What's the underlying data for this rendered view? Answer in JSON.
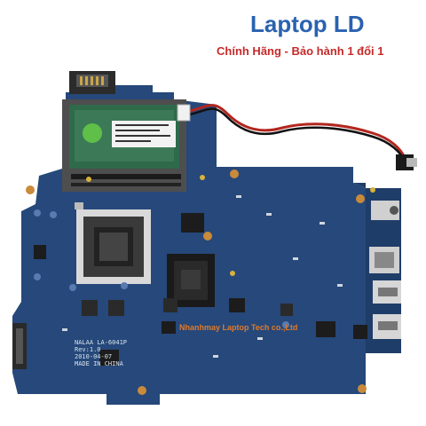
{
  "header": {
    "title": "Laptop LD",
    "subtitle": "Chính Hãng - Bảo hành 1 đổi 1"
  },
  "board": {
    "model_line1": "NALAA  LA-6041P",
    "model_line2": "Rev:1.0",
    "model_line3": "2010-04-07",
    "model_line4": "MADE IN CHINA",
    "watermark": "Nhanhmay Laptop Tech co.,Ltd"
  },
  "colors": {
    "title": "#2a62b0",
    "subtitle": "#c52a2a",
    "pcb": "#26487a",
    "watermark": "#e07a2a"
  }
}
